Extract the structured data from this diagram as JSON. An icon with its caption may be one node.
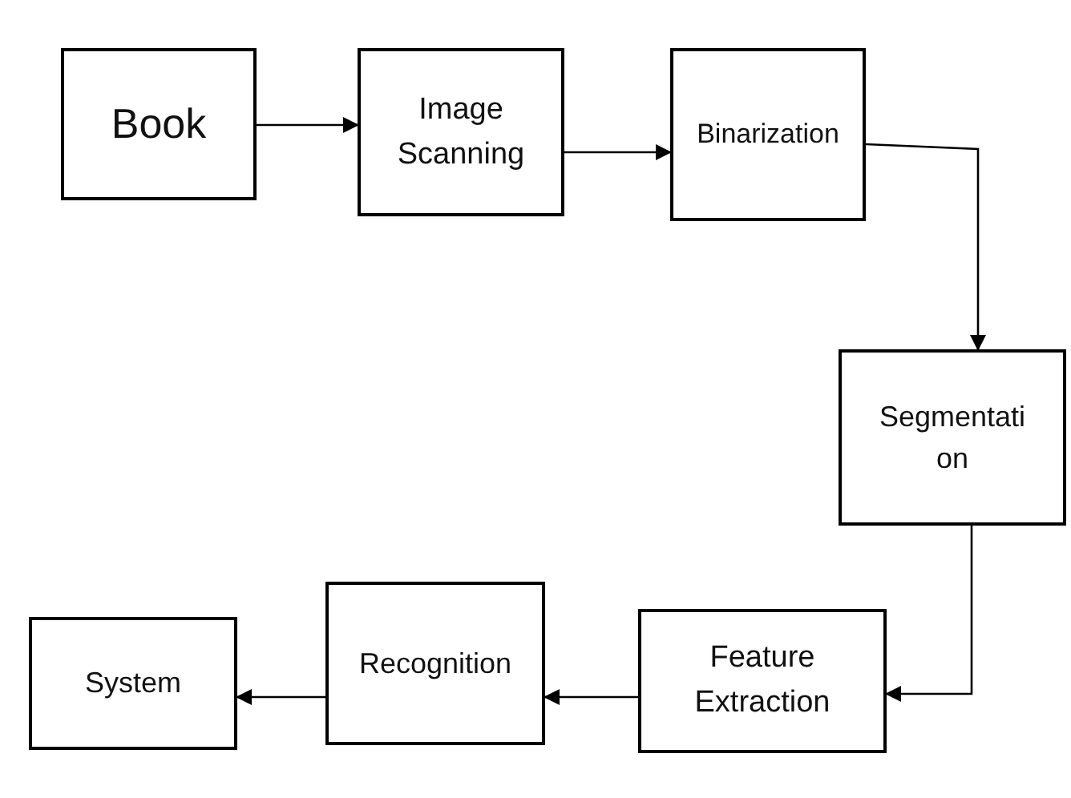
{
  "diagram": {
    "nodes": [
      {
        "text": [
          "Book"
        ]
      },
      {
        "text": [
          "Image Scanning"
        ]
      },
      {
        "text": [
          "Binarization"
        ]
      },
      {
        "text": [
          "Segmentati on"
        ]
      },
      {
        "text": [
          "Feature Extraction"
        ]
      },
      {
        "text": [
          "Recognition"
        ]
      },
      {
        "text": [
          "System"
        ]
      }
    ],
    "edges": [
      {
        "from": 0,
        "to": 1,
        "arrow": "to"
      },
      {
        "from": 1,
        "to": 2,
        "arrow": "to"
      },
      {
        "from": 2,
        "to": 3,
        "arrow": "to"
      },
      {
        "from": 3,
        "to": 4,
        "arrow": "to"
      },
      {
        "from": 4,
        "to": 5,
        "arrow": "to"
      },
      {
        "from": 5,
        "to": 6,
        "arrow": "to"
      }
    ]
  }
}
